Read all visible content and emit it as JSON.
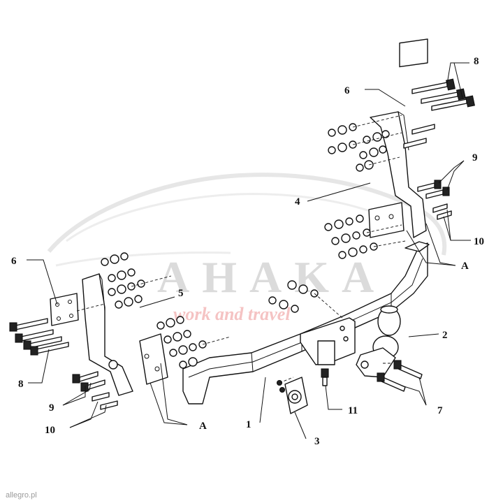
{
  "watermark": {
    "brand": "AHAKA",
    "tagline": "work and travel"
  },
  "credit": "allegro.pl",
  "callouts": {
    "c1": "1",
    "c2": "2",
    "c3": "3",
    "c4": "4",
    "c5": "5",
    "c6_right": "6",
    "c6_left": "6",
    "c7": "7",
    "c8_right": "8",
    "c8_left": "8",
    "c9_right": "9",
    "c9_left": "9",
    "c10_right": "10",
    "c10_left": "10",
    "c11": "11",
    "cA_right": "A",
    "cA_left": "A"
  }
}
